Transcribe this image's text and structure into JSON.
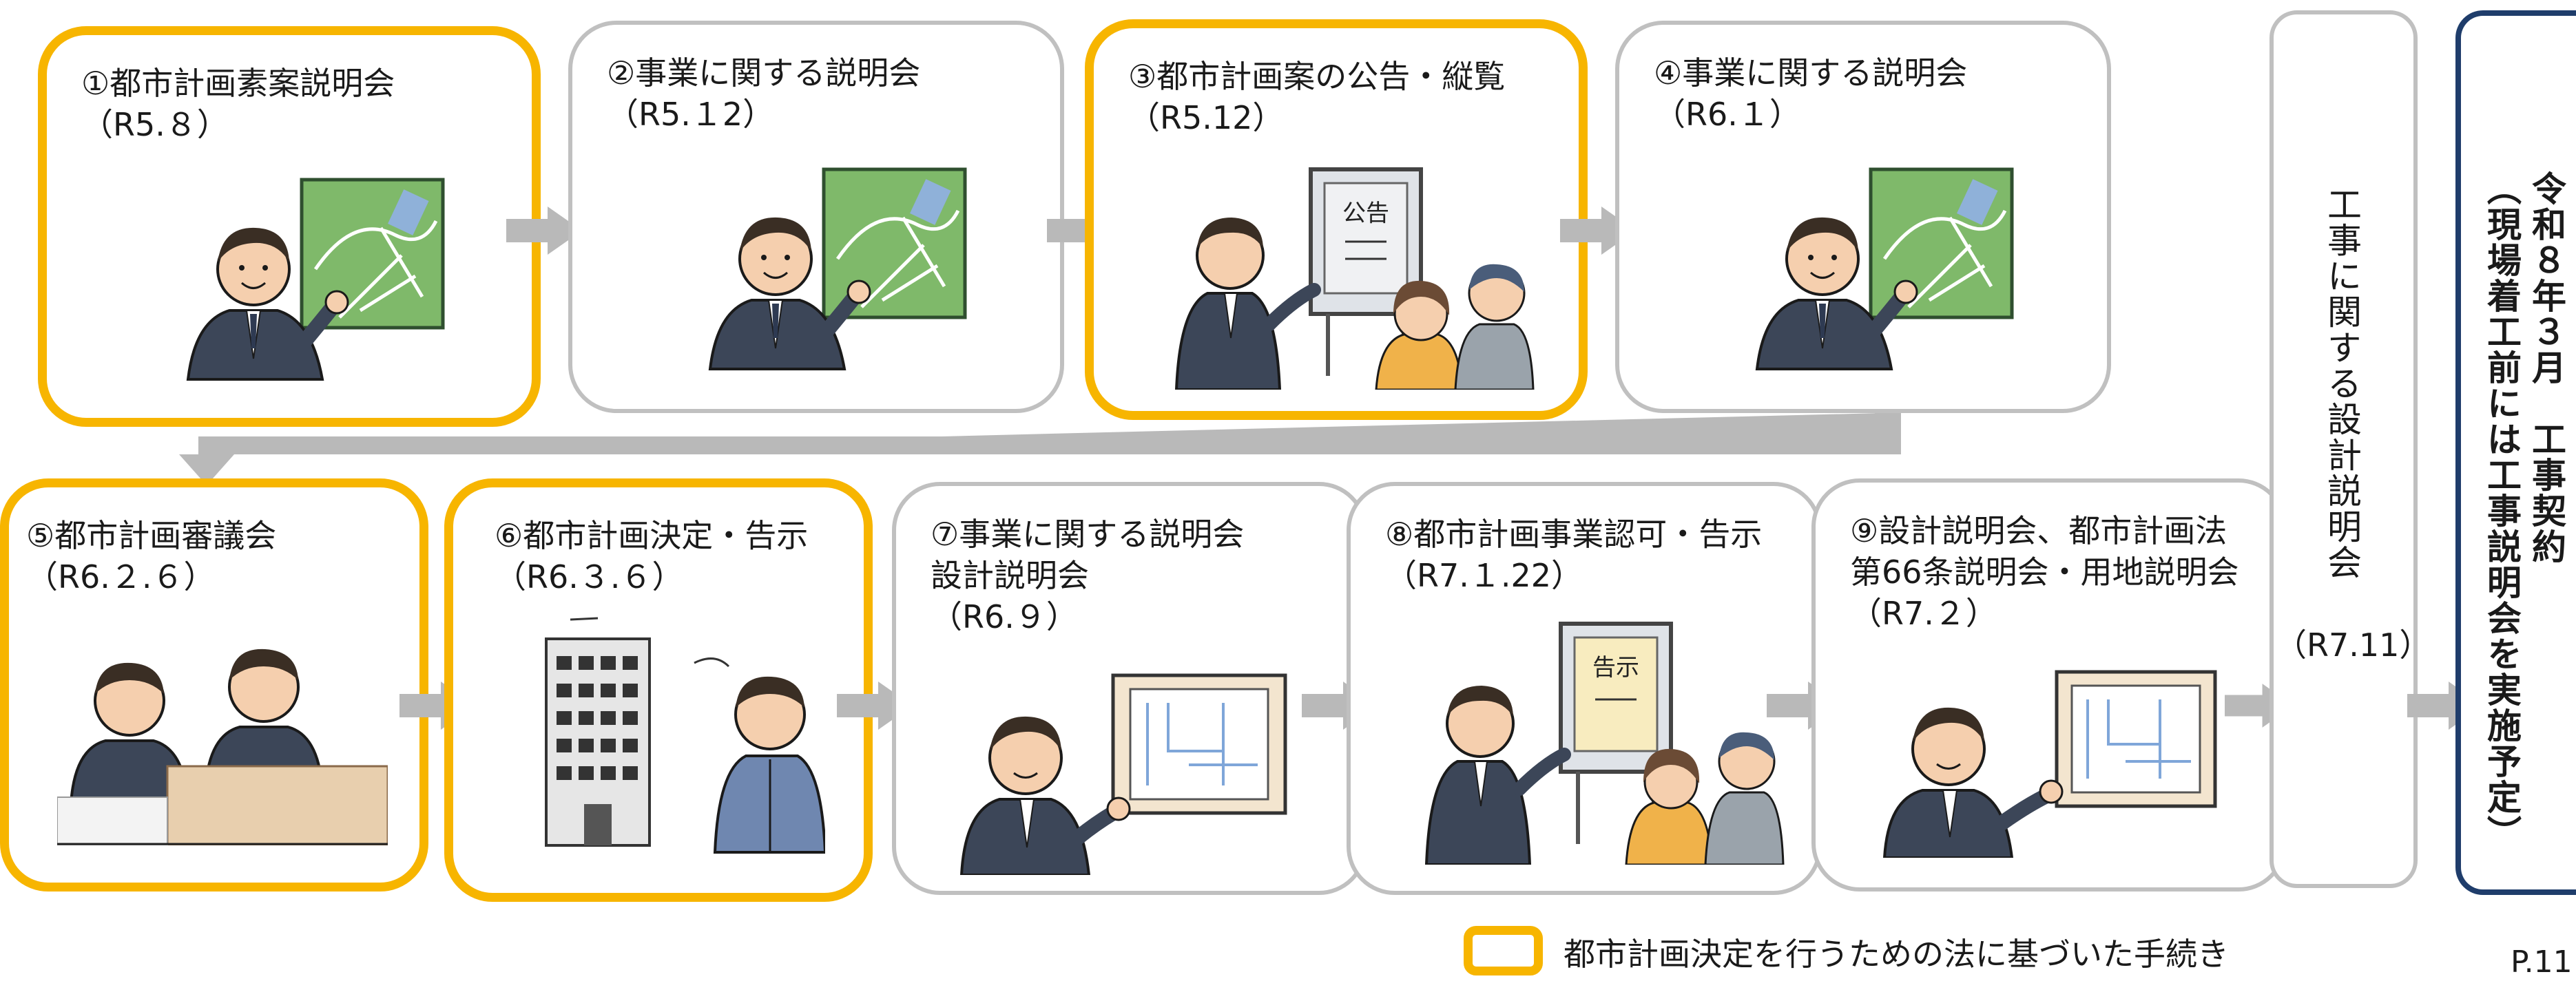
{
  "steps": [
    {
      "title": "①都市計画素案説明会\n（R5.８）",
      "legal": true,
      "illustration": "presenter-map"
    },
    {
      "title": "②事業に関する説明会\n（R5.１2）",
      "legal": false,
      "illustration": "presenter-map"
    },
    {
      "title": "③都市計画案の公告・縦覧\n（R5.12）",
      "legal": true,
      "illustration": "notice-board",
      "sign": "公告"
    },
    {
      "title": "④事業に関する説明会\n（R6.１）",
      "legal": false,
      "illustration": "presenter-map"
    },
    {
      "title": "⑤都市計画審議会\n（R6.２.６）",
      "legal": true,
      "illustration": "council"
    },
    {
      "title": "⑥都市計画決定・告示\n（R6.３.６）",
      "legal": true,
      "illustration": "building"
    },
    {
      "title": "⑦事業に関する説明会\n設計説明会\n（R6.９）",
      "legal": false,
      "illustration": "presenter-plan"
    },
    {
      "title": "⑧都市計画事業認可・告示\n（R7.１.22）",
      "legal": false,
      "illustration": "notice-board",
      "sign": "告示"
    },
    {
      "title": "⑨設計説明会、都市計画法\n第66条説明会・用地説明会\n（R7.２）",
      "legal": false,
      "illustration": "presenter-plan"
    }
  ],
  "design_meeting": {
    "label": "工事に関する設計説明会",
    "date": "（R7.11）"
  },
  "contract": {
    "line1": "令和８年３月　工事契約",
    "line2": "（現場着工前には工事説明会を実施予定）"
  },
  "legend": {
    "label": "都市計画決定を行うための法に基づいた手続き"
  },
  "page": {
    "number": "P.11"
  },
  "colors": {
    "legal_border": "#f7b500",
    "normal_border": "#c0c0c0",
    "arrow": "#b9b9b9",
    "contract_border": "#1f3d6b"
  }
}
